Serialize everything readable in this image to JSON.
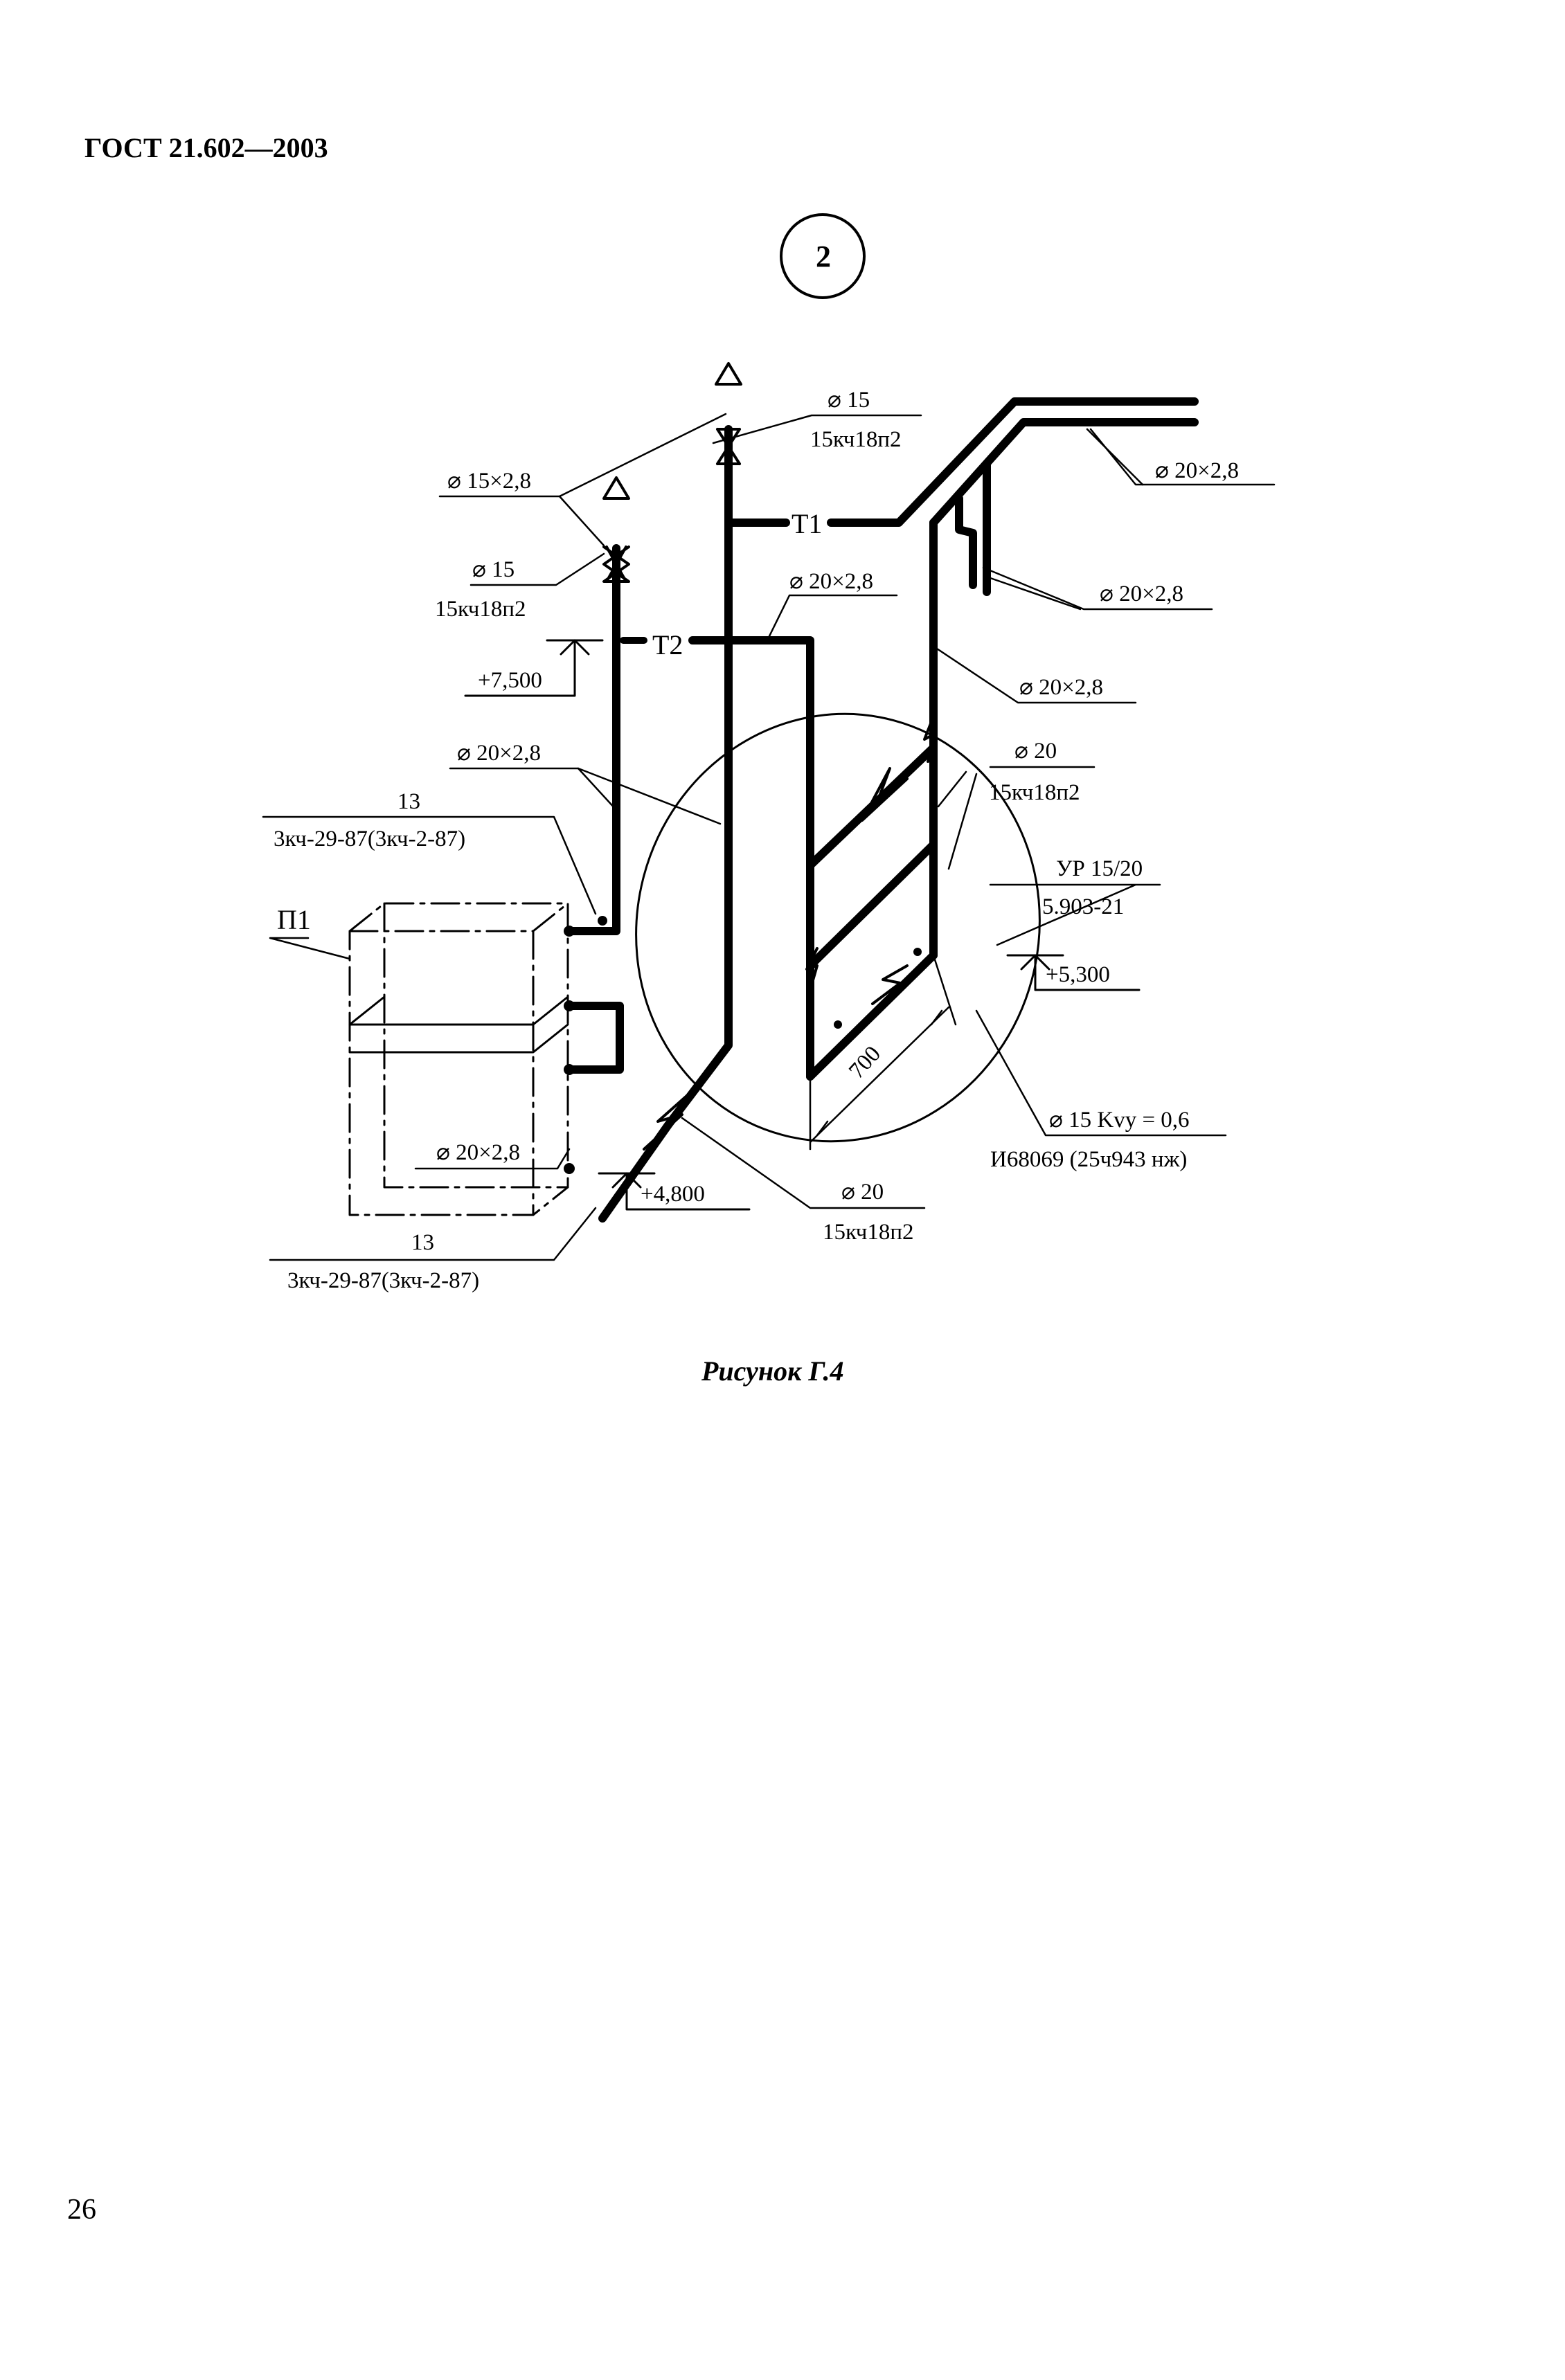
{
  "document": {
    "header": "ГОСТ 21.602—2003",
    "node_number": "2",
    "caption": "Рисунок Г.4",
    "page_number": "26"
  },
  "pipes": {
    "t1": "Т1",
    "t2": "Т2"
  },
  "labels": {
    "d15x28": "⌀ 15×2,8",
    "d15_left": "⌀ 15",
    "valve_left": "15кч18п2",
    "d15_top": "⌀ 15",
    "valve_top": "15кч18п2",
    "d20x28_top_right": "⌀ 20×2,8",
    "d20x28_riser": "⌀ 20×2,8",
    "d20x28_right_a": "⌀ 20×2,8",
    "d20x28_right_b": "⌀ 20×2,8",
    "d20x28_main": "⌀ 20×2,8",
    "d20x28_heater": "⌀ 20×2,8",
    "d20_valves": "⌀ 20",
    "valve_valves": "15кч18п2",
    "d20_bottom": "⌀ 20",
    "valve_bottom": "15кч18п2",
    "regulator": "УР 15/20",
    "regulator_series": "5.903-21",
    "kvy": "⌀ 15 Kvy = 0,6",
    "kvy_valve": "И68069 (25ч943 нж)",
    "fitting_top_num": "13",
    "fitting_top_code": "3кч-29-87(3кч-2-87)",
    "fitting_bottom_num": "13",
    "fitting_bottom_code": "3кч-29-87(3кч-2-87)",
    "heater": "П1",
    "dim_700": "700"
  },
  "levels": {
    "l7500": "+7,500",
    "l5300": "+5,300",
    "l4800": "+4,800"
  }
}
